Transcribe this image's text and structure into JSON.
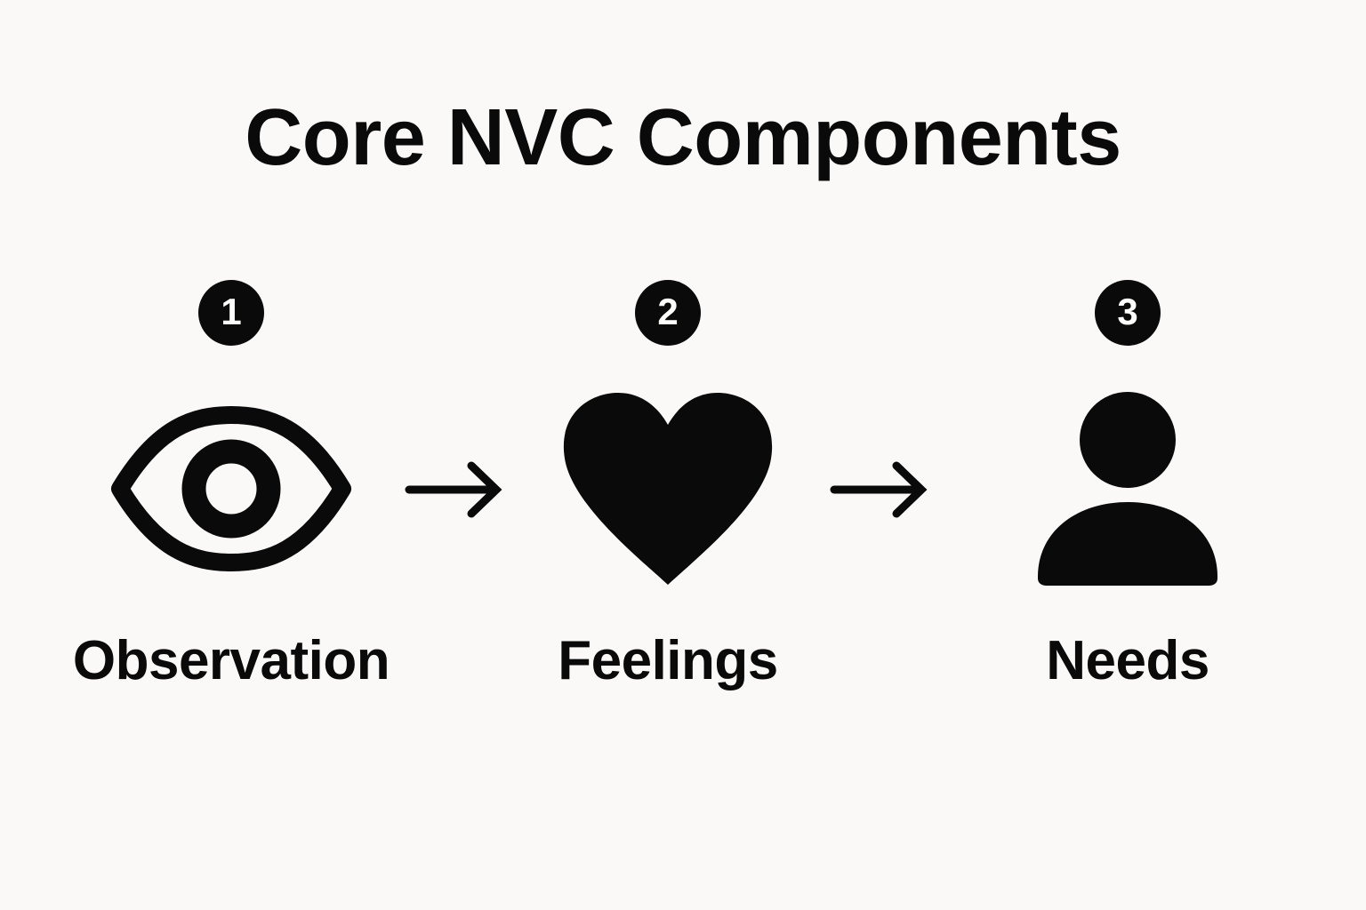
{
  "page": {
    "title": "Core NVC Components",
    "background_color": "#faf9f7",
    "ink_color": "#0a0a0a",
    "badge_text_color": "#fdfdfb"
  },
  "steps": [
    {
      "number": "1",
      "label": "Observation",
      "icon": "eye-icon"
    },
    {
      "number": "2",
      "label": "Feelings",
      "icon": "heart-icon"
    },
    {
      "number": "3",
      "label": "Needs",
      "icon": "person-icon"
    }
  ],
  "connectors": [
    {
      "icon": "arrow-right-icon",
      "from": "Observation",
      "to": "Feelings"
    },
    {
      "icon": "arrow-right-icon",
      "from": "Feelings",
      "to": "Needs"
    }
  ]
}
